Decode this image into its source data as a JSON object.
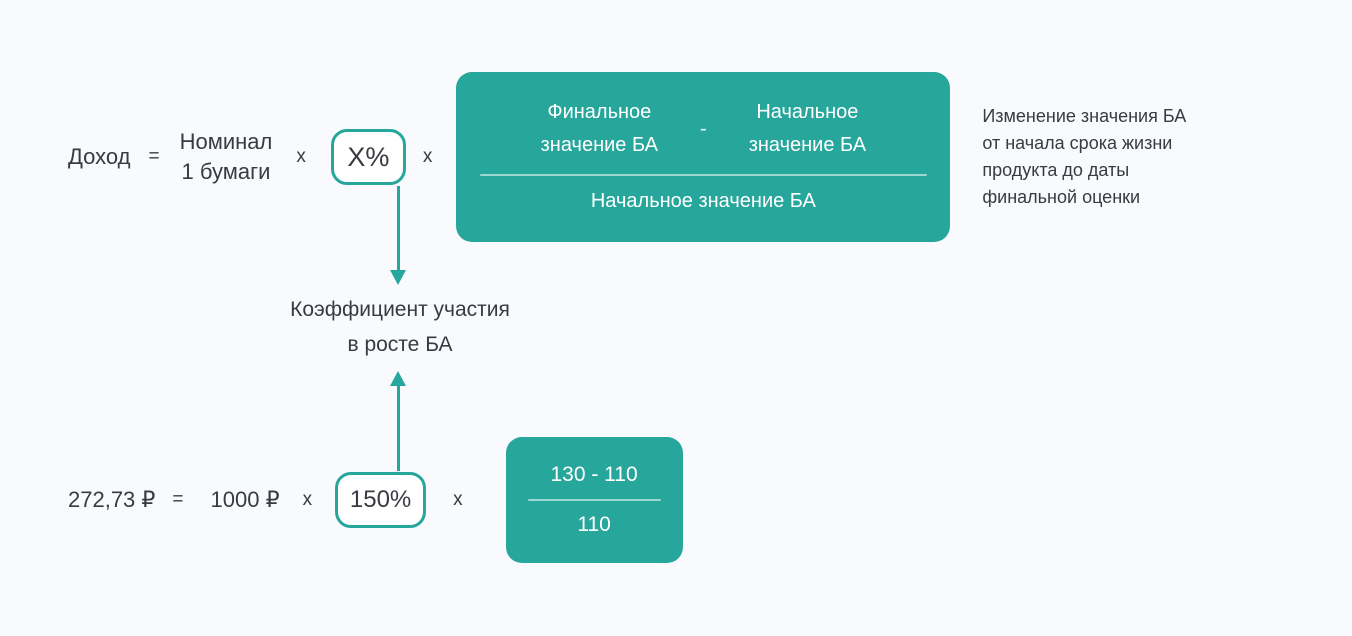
{
  "theme": {
    "background": "#F9FAFE",
    "teal": "#27A69C",
    "text": "#383B41",
    "box_text": "#FFFFFF",
    "fraction_line": "rgba(255,255,255,0.55)"
  },
  "general_formula": {
    "result": "Доход",
    "equals": "=",
    "nominal_line1": "Номинал",
    "nominal_line2": "1 бумаги",
    "times1": "x",
    "coefficient": "X%",
    "times2": "x",
    "fraction": {
      "final_line1": "Финальное",
      "final_line2": "значение БА",
      "minus": "-",
      "initial_line1": "Начальное",
      "initial_line2": "значение БА",
      "denominator": "Начальное значение БА"
    }
  },
  "annotation": {
    "lines": [
      "Изменение значения БА",
      "от начала срока жизни",
      "продукта до даты",
      "финальной оценки"
    ]
  },
  "coefficient_label": {
    "line1": "Коэффициент участия",
    "line2": "в росте БА"
  },
  "example_formula": {
    "result": "272,73 ₽",
    "equals": "=",
    "nominal": "1000 ₽",
    "times1": "x",
    "coefficient": "150%",
    "times2": "x",
    "fraction": {
      "numerator": "130 - 110",
      "denominator": "110"
    }
  }
}
